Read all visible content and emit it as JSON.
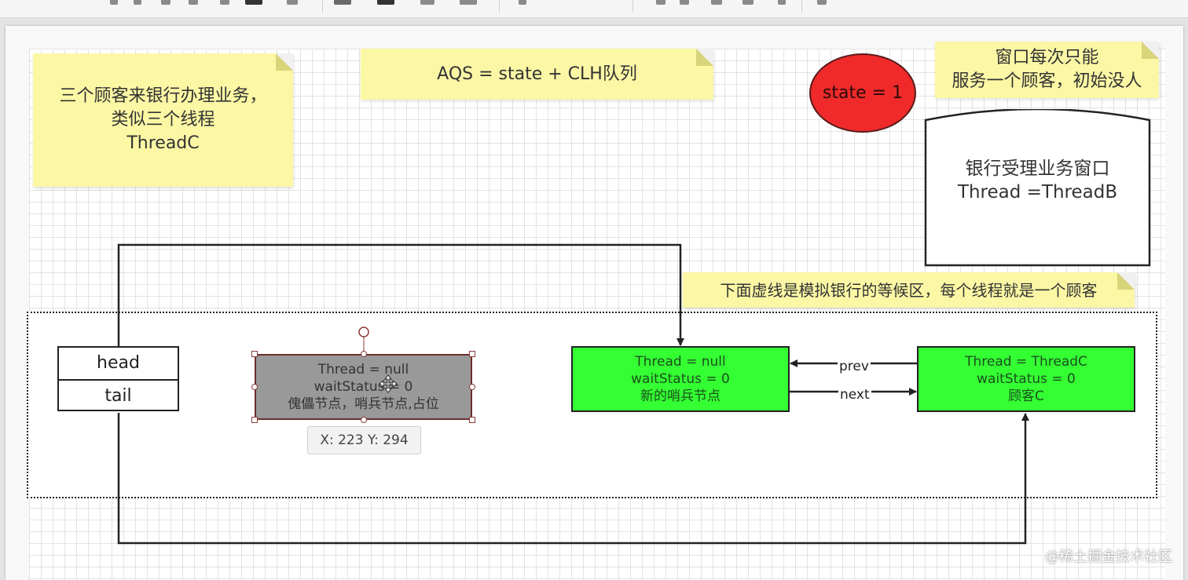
{
  "notes": {
    "customers": "三个顾客来银行办理业务，\n类似三个线程\nThreadC",
    "aqs": "AQS = state + CLH队列",
    "window_rule": "窗口每次只能\n服务一个顾客，初始没人",
    "waiting_area": "下面虚线是模拟银行的等候区，每个线程就是一个顾客"
  },
  "state": {
    "label": "state = 1"
  },
  "bank_window": {
    "text": "银行受理业务窗口\nThread =ThreadB"
  },
  "head_tail": {
    "head": "head",
    "tail": "tail"
  },
  "dummy_node": {
    "thread": "Thread = null",
    "wait_status": "waitStatus = 0",
    "desc": "傀儡节点，哨兵节点,占位"
  },
  "sentinel_node": {
    "thread": "Thread = null",
    "wait_status": "waitStatus = 0",
    "desc": "新的哨兵节点"
  },
  "customer_node": {
    "thread": "Thread = ThreadC",
    "wait_status": "waitStatus = 0",
    "desc": "顾客C"
  },
  "edges": {
    "prev": "prev",
    "next": "next"
  },
  "coord_tooltip": "X: 223  Y: 294",
  "watermark": "@稀土掘金技术社区",
  "colors": {
    "note": "#fbf7a5",
    "state": "#f02a2a",
    "node_green": "#33ff33",
    "node_gray": "#999999"
  }
}
